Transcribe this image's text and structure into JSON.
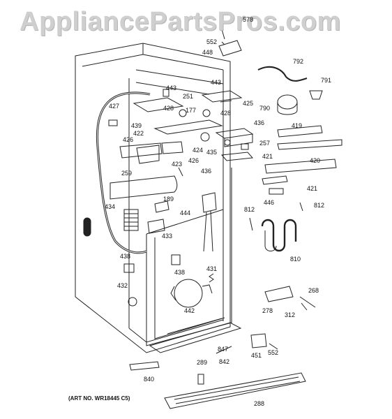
{
  "watermark": "AppliancePartsPros.com",
  "art_number": "(ART NO. WR18445 C5)",
  "callouts": {
    "c578": "578",
    "c552a": "552",
    "c448": "448",
    "c792": "792",
    "c791": "791",
    "c790": "790",
    "c443a": "443",
    "c443b": "443",
    "c251": "251",
    "c425": "425",
    "c427": "427",
    "c428a": "428",
    "c177": "177",
    "c428b": "428",
    "c439": "439",
    "c422": "422",
    "c436a": "436",
    "c419": "419",
    "c426a": "426",
    "c424": "424",
    "c435": "435",
    "c257": "257",
    "c426b": "426",
    "c420": "420",
    "c436b": "436",
    "c421a": "421",
    "c423": "423",
    "c421b": "421",
    "c259": "259",
    "c446": "446",
    "c189": "189",
    "c434": "434",
    "c444": "444",
    "c812a": "812",
    "c812b": "812",
    "c433": "433",
    "c810": "810",
    "c438a": "438",
    "c438b": "438",
    "c431": "431",
    "c432": "432",
    "c268": "268",
    "c442": "442",
    "c278": "278",
    "c312": "312",
    "c847": "847",
    "c451": "451",
    "c552b": "552",
    "c842": "842",
    "c289": "289",
    "c840": "840",
    "c288": "288"
  }
}
